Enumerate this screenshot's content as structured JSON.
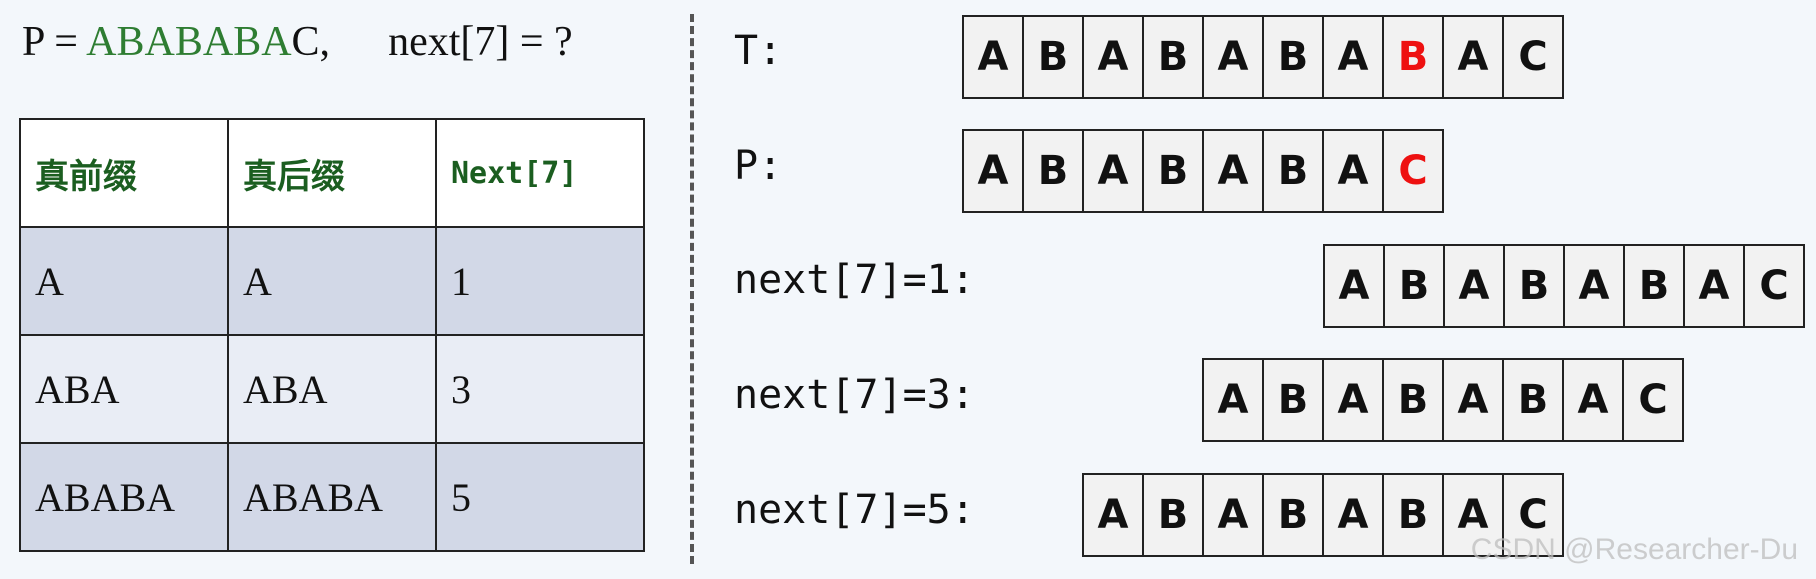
{
  "header": {
    "p_prefix": "P = ",
    "p_green": "ABABABA",
    "p_tail": "C,",
    "question": "next[7] = ?"
  },
  "table": {
    "headers": [
      "真前缀",
      "真后缀",
      "Next[7]"
    ],
    "rows": [
      [
        "A",
        "A",
        "1"
      ],
      [
        "ABA",
        "ABA",
        "3"
      ],
      [
        "ABABA",
        "ABABA",
        "5"
      ]
    ]
  },
  "lines": [
    {
      "label": "T:",
      "letters": [
        "A",
        "B",
        "A",
        "B",
        "A",
        "B",
        "A",
        "B",
        "A",
        "C"
      ],
      "red_index": 7
    },
    {
      "label": "P:",
      "letters": [
        "A",
        "B",
        "A",
        "B",
        "A",
        "B",
        "A",
        "C"
      ],
      "red_index": 7
    },
    {
      "label": "next[7]=1:",
      "letters": [
        "A",
        "B",
        "A",
        "B",
        "A",
        "B",
        "A",
        "C"
      ],
      "red_index": -1
    },
    {
      "label": "next[7]=3:",
      "letters": [
        "A",
        "B",
        "A",
        "B",
        "A",
        "B",
        "A",
        "C"
      ],
      "red_index": -1
    },
    {
      "label": "next[7]=5:",
      "letters": [
        "A",
        "B",
        "A",
        "B",
        "A",
        "B",
        "A",
        "C"
      ],
      "red_index": -1
    }
  ],
  "colors": {
    "green": "#2e7d32",
    "red": "#ee1111",
    "header_text": "#1b5e20"
  },
  "watermark": "CSDN @Researcher-Du"
}
